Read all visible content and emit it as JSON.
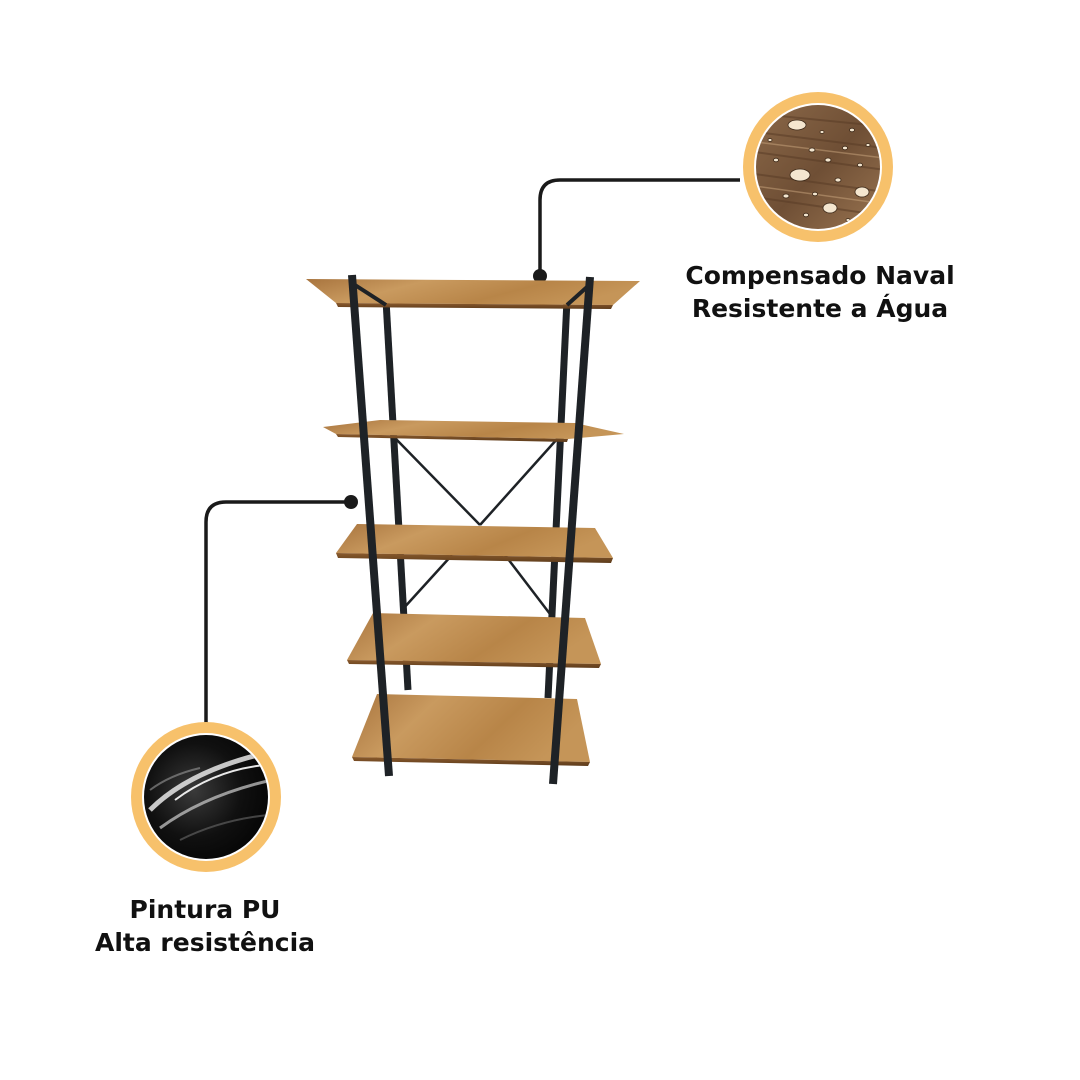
{
  "callouts": {
    "top": {
      "line1": "Compensado Naval",
      "line2": "Resistente a Água",
      "icon": "water-drops-on-wood-icon"
    },
    "bottom": {
      "line1": "Pintura PU",
      "line2": "Alta resistência",
      "icon": "glossy-black-paint-icon"
    }
  },
  "colors": {
    "ring": "#f7c16b",
    "leader_line": "#1a1a1a",
    "metal_frame": "#1e2226",
    "wood_light": "#c99a5f",
    "wood_dark": "#a8743e",
    "text": "#111111"
  },
  "product": {
    "shelf_count": 5
  }
}
